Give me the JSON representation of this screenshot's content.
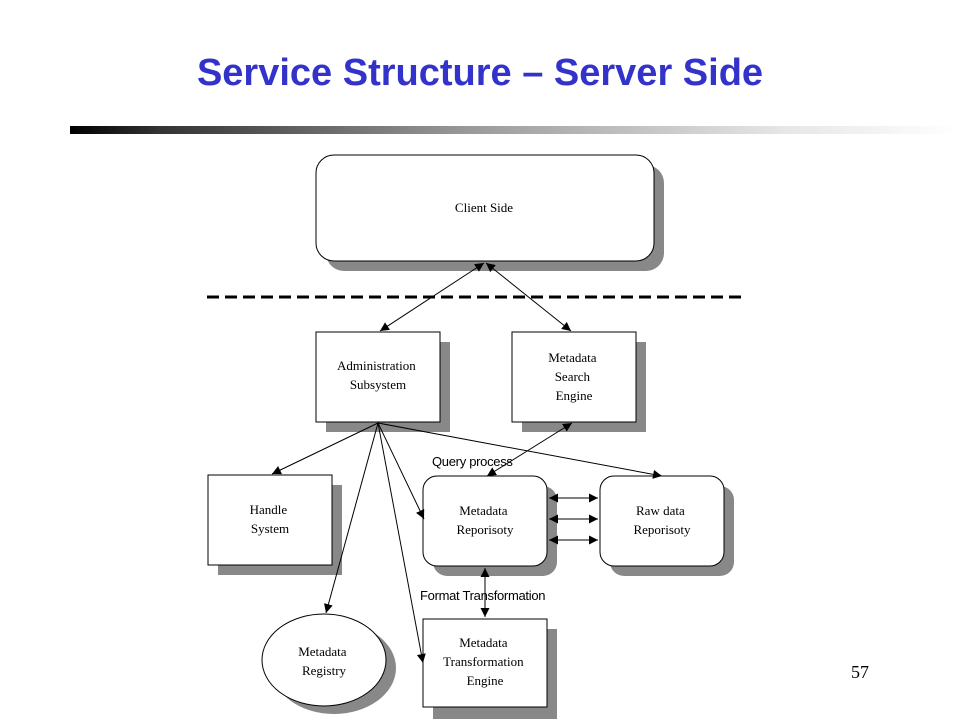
{
  "slide": {
    "title": "Service Structure – Server Side",
    "page_number": "57"
  },
  "diagram": {
    "nodes": {
      "client_side": [
        "Client Side"
      ],
      "administration": [
        "Administration",
        "Subsystem"
      ],
      "metadata_search": [
        "Metadata",
        "Search",
        "Engine"
      ],
      "handle_system": [
        "Handle",
        "System"
      ],
      "metadata_repository": [
        "Metadata",
        "Reporisoty"
      ],
      "raw_data_repository": [
        "Raw data",
        "Reporisoty"
      ],
      "metadata_registry": [
        "Metadata",
        "Registry"
      ],
      "metadata_transformation": [
        "Metadata",
        "Transformation",
        "Engine"
      ]
    },
    "edge_labels": {
      "query_process": "Query process",
      "format_transformation": "Format Transformation"
    }
  }
}
